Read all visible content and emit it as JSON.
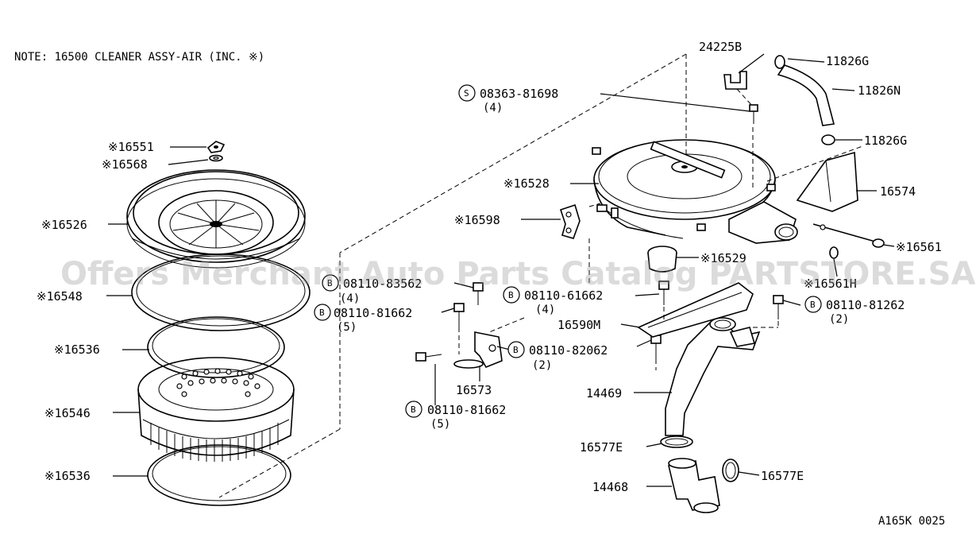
{
  "note": "NOTE: 16500 CLEANER ASSY-AIR (INC. ※)",
  "watermark": "Offers Merchant Auto Parts Catalog PARTSTORE.SA",
  "diagram_code": "A165K 0025",
  "circle_letters": {
    "s": "S",
    "b": "B"
  },
  "labels": {
    "p16551": "※16551",
    "p16568": "※16568",
    "p16526": "※16526",
    "p16548": "※16548",
    "p16536a": "※16536",
    "p16546": "※16546",
    "p16536b": "※16536",
    "p24225b": "24225B",
    "p11826g_top": "11826G",
    "p11826n": "11826N",
    "p11826g_mid": "11826G",
    "p08363": "08363-81698",
    "p08363_qty": "(4)",
    "p16528": "※16528",
    "p16574": "16574",
    "p16598": "※16598",
    "p16561": "※16561",
    "p16529": "※16529",
    "p16561h": "※16561H",
    "p08110_83562": "08110-83562",
    "p08110_83562_qty": "(4)",
    "p08110_81662a": "08110-81662",
    "p08110_81662a_qty": "(5)",
    "p08110_61662": "08110-61662",
    "p08110_61662_qty": "(4)",
    "p08110_81262": "08110-81262",
    "p08110_81262_qty": "(2)",
    "p16590m": "16590M",
    "p08110_82062": "08110-82062",
    "p08110_82062_qty": "(2)",
    "p16573": "16573",
    "p08110_81662b": "08110-81662",
    "p08110_81662b_qty": "(5)",
    "p14469": "14469",
    "p16577e_a": "16577E",
    "p16577e_b": "16577E",
    "p14468": "14468"
  }
}
